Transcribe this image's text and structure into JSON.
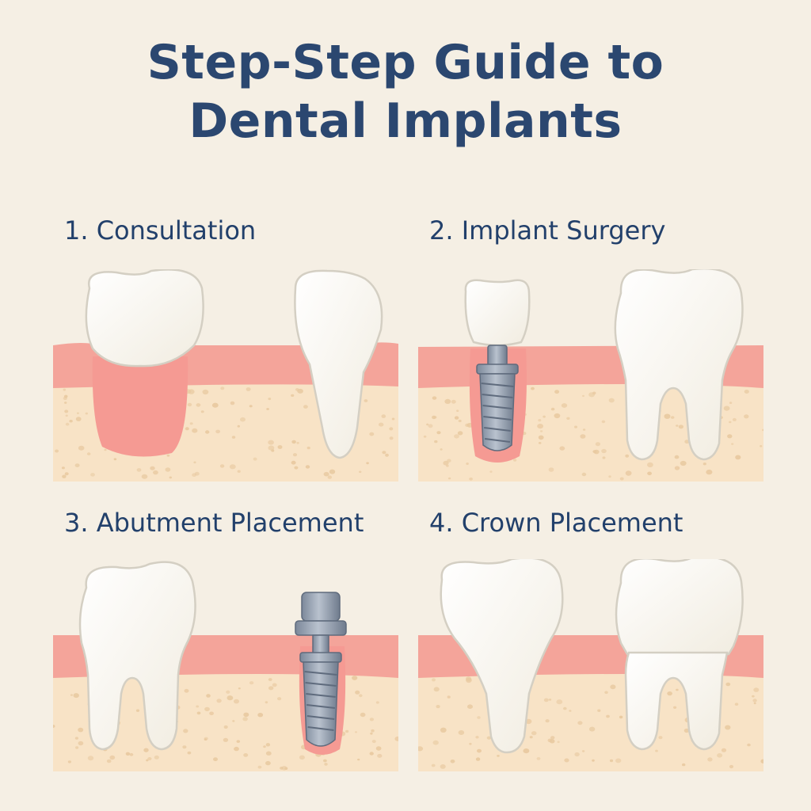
{
  "title": {
    "line1": "Step-Step Guide to",
    "line2": "Dental Implants"
  },
  "steps": [
    {
      "label": "1. Consultation"
    },
    {
      "label": "2. Implant Surgery"
    },
    {
      "label": "3. Abutment Placement"
    },
    {
      "label": "4. Crown Placement"
    }
  ],
  "colors": {
    "background": "#f5efe4",
    "title": "#2b4770",
    "gum": "#f4a49a",
    "gum_dark": "#f28b84",
    "bone": "#f8e3c6",
    "bone_speck": "#e8c9a0",
    "tooth": "#fbf9f3",
    "tooth_outline": "#d4cfc3",
    "implant_metal": "#8e9aab"
  }
}
